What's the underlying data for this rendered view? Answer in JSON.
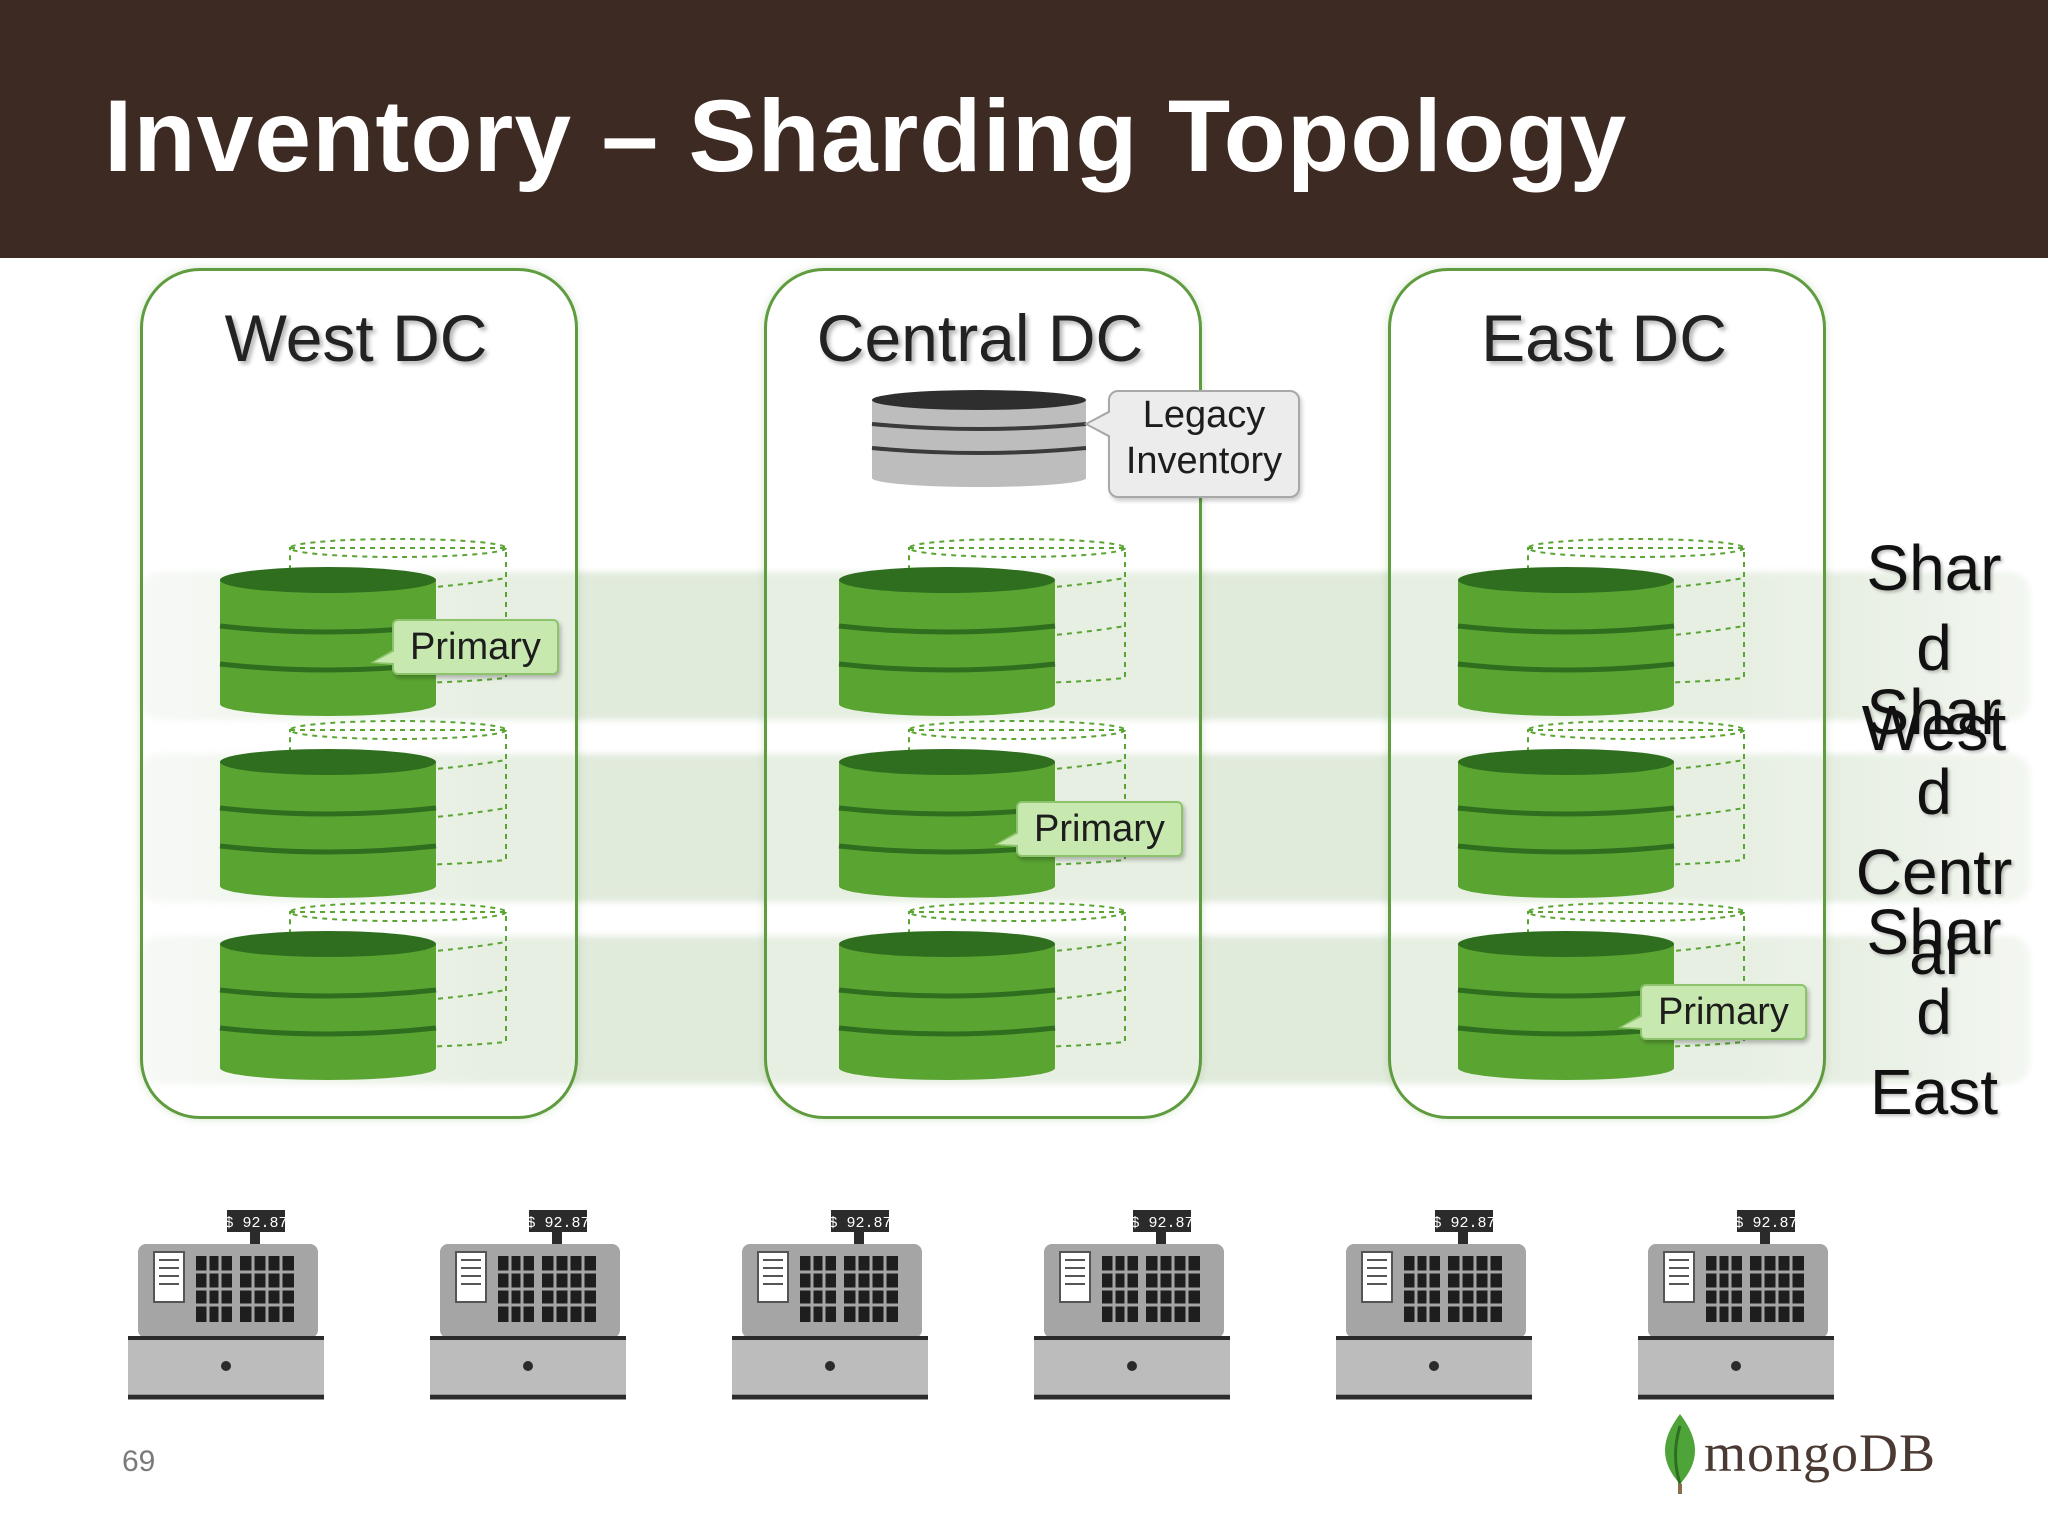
{
  "slide": {
    "title": "Inventory – Sharding Topology",
    "page_number": "69"
  },
  "datacenters": [
    {
      "name": "West DC"
    },
    {
      "name": "Central DC"
    },
    {
      "name": "East DC"
    }
  ],
  "legacy": {
    "line1": "Legacy",
    "line2": "Inventory"
  },
  "primary_label": "Primary",
  "shard_labels": [
    {
      "line1": "Shar",
      "line2": "d",
      "line3": "West"
    },
    {
      "line1": "Shar",
      "line2": "d",
      "line3": "Centr",
      "line4": "al"
    },
    {
      "line1": "Shar",
      "line2": "d",
      "line3": "East"
    }
  ],
  "register_display": "$ 92.87",
  "logo": {
    "text": "mongoDB"
  },
  "colors": {
    "header": "#3c2a23",
    "db_green": "#5aa532",
    "db_dark": "#2f6e1f",
    "legacy_gray": "#bdbdbd"
  }
}
